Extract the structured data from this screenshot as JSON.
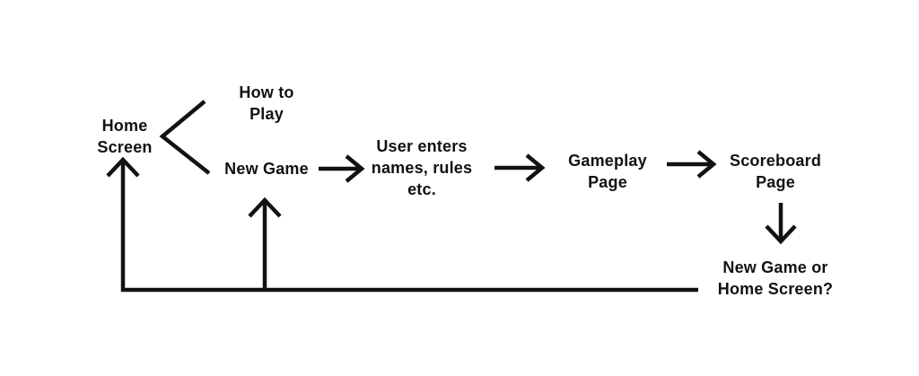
{
  "canvas": {
    "background": "#ffffff",
    "ink": "#121212"
  },
  "nodes": {
    "home_screen": {
      "label": "Home\nScreen"
    },
    "how_to_play": {
      "label": "How to\nPlay"
    },
    "new_game": {
      "label": "New Game"
    },
    "user_enters": {
      "label": "User enters\nnames, rules\netc."
    },
    "gameplay_page": {
      "label": "Gameplay\nPage"
    },
    "scoreboard_page": {
      "label": "Scoreboard\nPage"
    },
    "new_game_or_home": {
      "label": "New Game or\nHome Screen?"
    }
  },
  "edges": [
    {
      "from": "Home Screen",
      "to": "How to Play",
      "style": "branch-line"
    },
    {
      "from": "Home Screen",
      "to": "New Game",
      "style": "branch-line"
    },
    {
      "from": "New Game",
      "to": "User enters names, rules etc.",
      "style": "arrow-right"
    },
    {
      "from": "User enters names, rules etc.",
      "to": "Gameplay Page",
      "style": "arrow-right"
    },
    {
      "from": "Gameplay Page",
      "to": "Scoreboard Page",
      "style": "arrow-right"
    },
    {
      "from": "Scoreboard Page",
      "to": "New Game or Home Screen?",
      "style": "arrow-down"
    },
    {
      "from": "New Game or Home Screen?",
      "to": "Home Screen",
      "style": "return-arrow-up"
    },
    {
      "from": "New Game or Home Screen?",
      "to": "New Game",
      "style": "return-arrow-up"
    }
  ]
}
